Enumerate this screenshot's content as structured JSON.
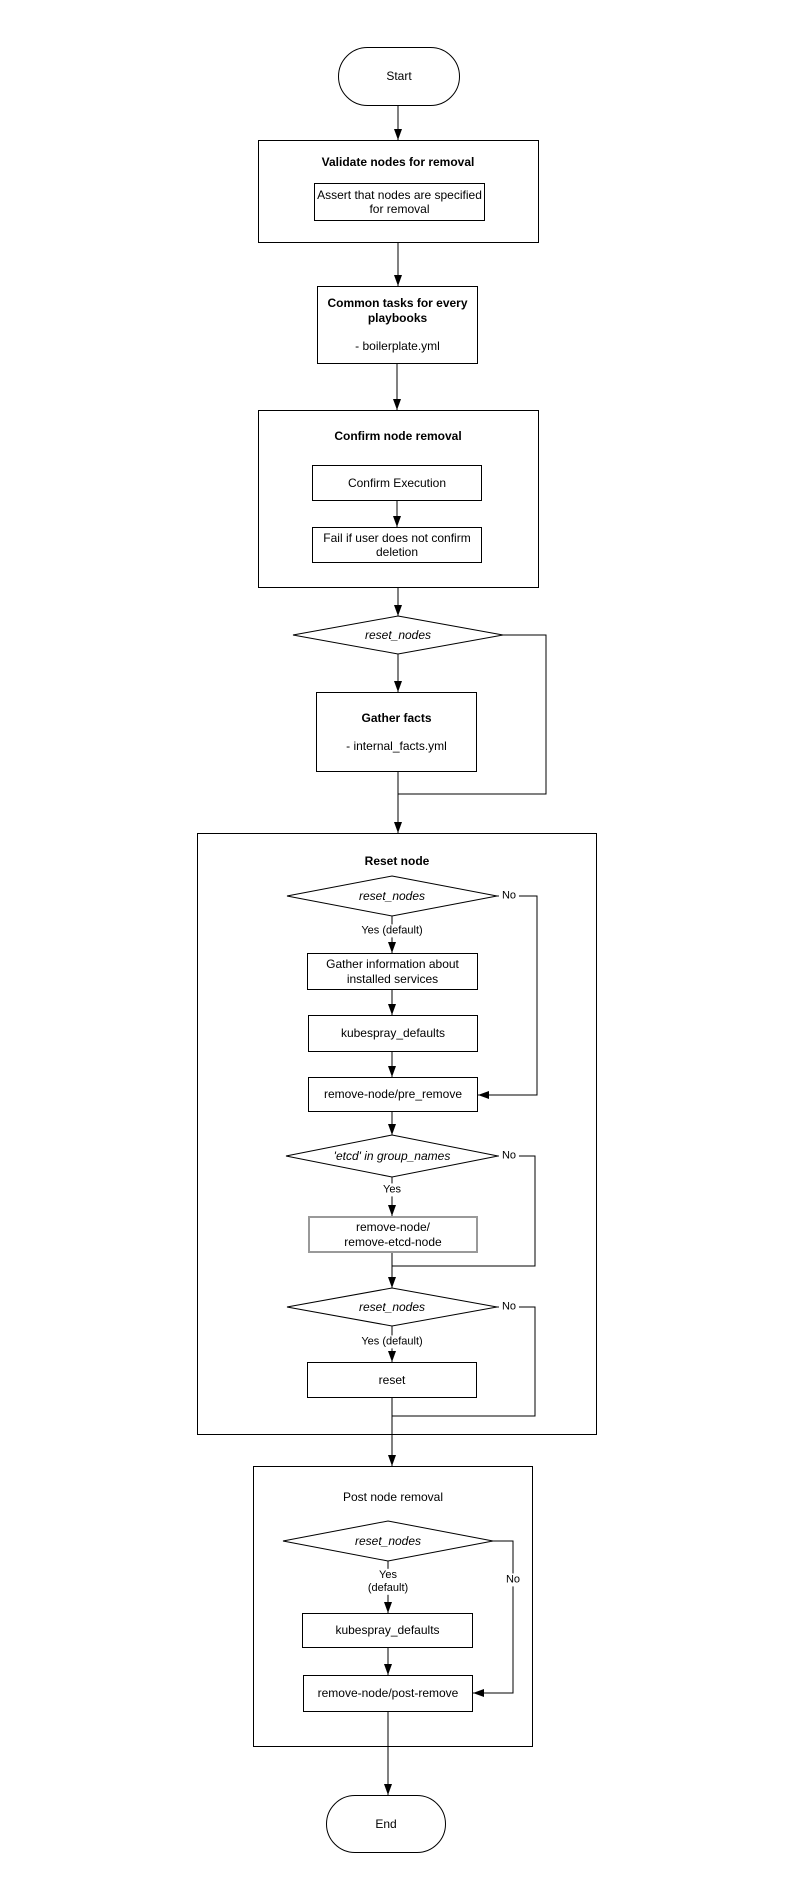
{
  "diagram": {
    "background_color": "#ffffff",
    "line_color": "#000000",
    "muted_border_color": "#999999",
    "start": {
      "label": "Start"
    },
    "validate": {
      "title": "Validate nodes for removal",
      "assert_label": "Assert that nodes are specified\nfor removal"
    },
    "common_tasks": {
      "title": "Common tasks for every\nplaybooks",
      "item": "- boilerplate.yml"
    },
    "confirm": {
      "title": "Confirm node removal",
      "confirm_execution_label": "Confirm Execution",
      "fail_label": "Fail if user does not confirm\ndeletion"
    },
    "decision_pre": {
      "label": "reset_nodes"
    },
    "gather_facts": {
      "title": "Gather facts",
      "item": "- internal_facts.yml"
    },
    "reset_section": {
      "title": "Reset node",
      "decision_reset": {
        "label": "reset_nodes",
        "yes_label": "Yes (default)",
        "no_label": "No"
      },
      "gather_info_label": "Gather information about\ninstalled services",
      "kubespray_defaults_label": "kubespray_defaults",
      "pre_remove_label": "remove-node/pre_remove",
      "decision_etcd": {
        "label": "'etcd' in group_names",
        "yes_label": "Yes",
        "no_label": "No"
      },
      "remove_etcd_label": "remove-node/\nremove-etcd-node",
      "decision_reset2": {
        "label": "reset_nodes",
        "yes_label": "Yes (default)",
        "no_label": "No"
      },
      "reset_label": "reset"
    },
    "post_section": {
      "title": "Post node removal",
      "decision_reset": {
        "label": "reset_nodes",
        "yes_label": "Yes\n(default)",
        "no_label": "No"
      },
      "kubespray_defaults_label": "kubespray_defaults",
      "post_remove_label": "remove-node/post-remove"
    },
    "end": {
      "label": "End"
    }
  }
}
